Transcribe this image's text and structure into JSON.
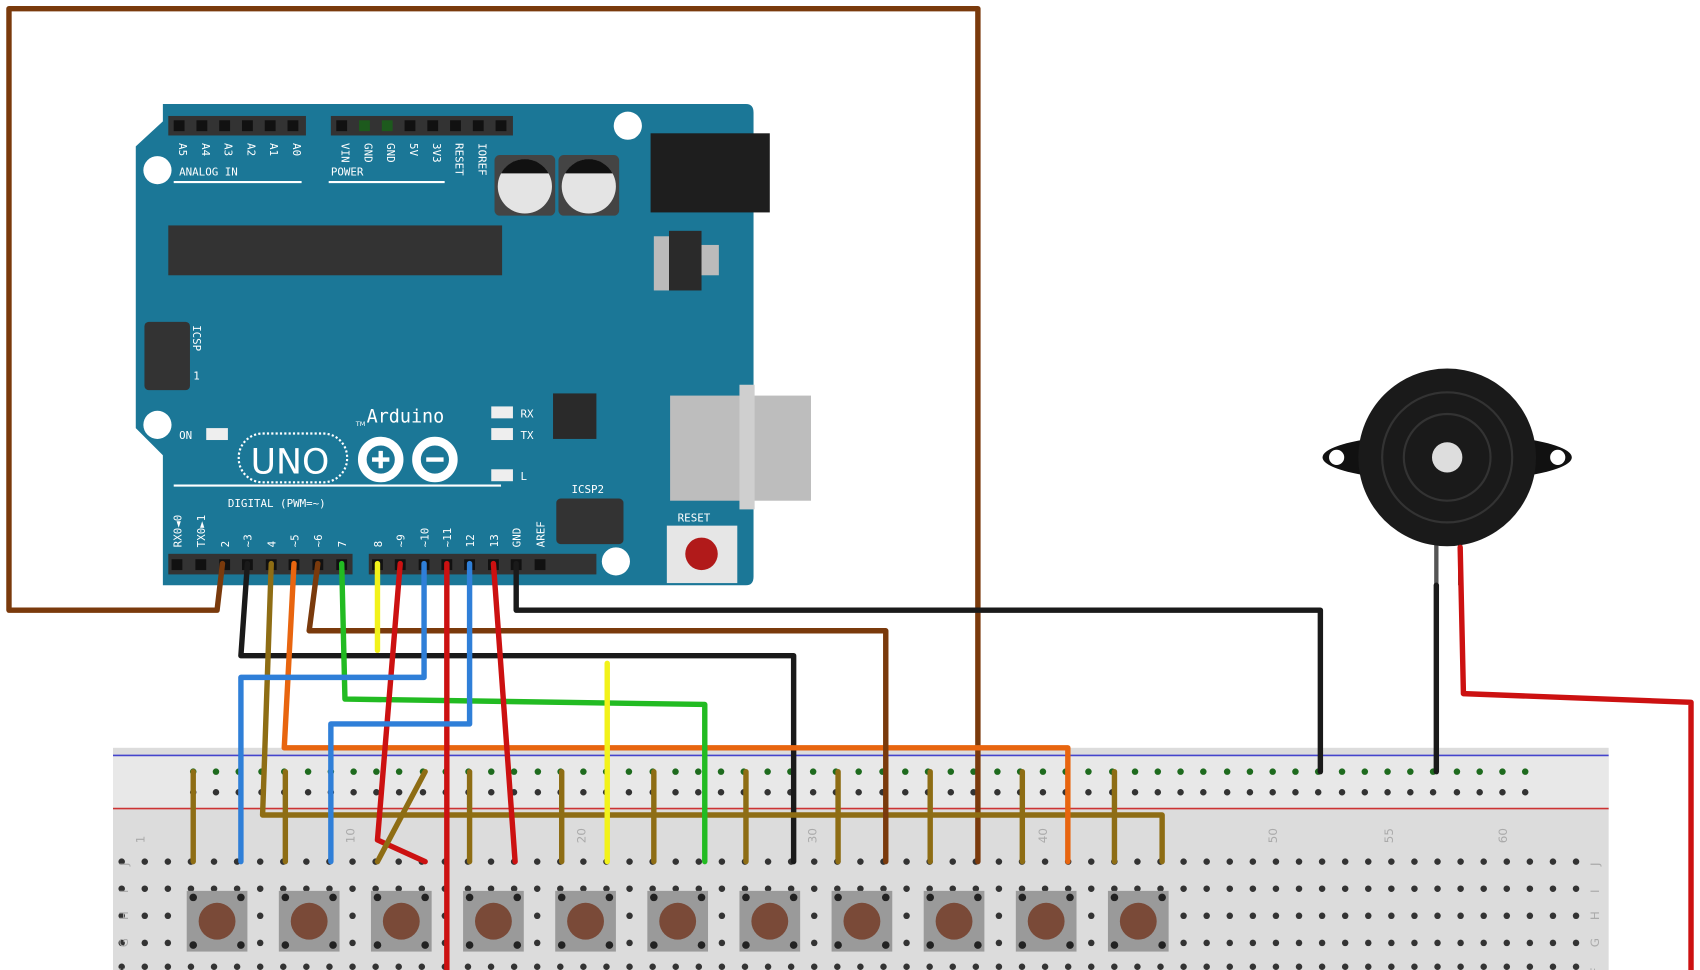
{
  "board": {
    "name_text": "Arduino",
    "tm": "TM",
    "model": "UNO",
    "analog_label": "ANALOG IN",
    "analog_pins": [
      "A5",
      "A4",
      "A3",
      "A2",
      "A1",
      "A0"
    ],
    "power_label": "POWER",
    "power_pins": [
      "VIN",
      "GND",
      "GND",
      "5V",
      "3V3",
      "RESET",
      "IOREF"
    ],
    "digital_label": "DIGITAL (PWM=~)",
    "digital_pins": [
      "RX0◄0",
      "TX0►1",
      "2",
      "~3",
      "4",
      "~5",
      "~6",
      "7",
      "8",
      "~9",
      "~10",
      "~11",
      "12",
      "13",
      "GND",
      "AREF"
    ],
    "icsp": "ICSP",
    "icsp_pin1": "1",
    "icsp2": "ICSP2",
    "rx": "RX",
    "tx": "TX",
    "l": "L",
    "on": "ON",
    "reset": "RESET",
    "color": "#1b7797"
  },
  "breadboard": {
    "column_numbers": [
      "1",
      "10",
      "20",
      "30",
      "40",
      "50",
      "55",
      "60"
    ],
    "row_letters": [
      "J",
      "I",
      "H",
      "G",
      "F"
    ],
    "button_count": 11
  },
  "wire_colors": {
    "brown": "#7a3a0c",
    "black": "#1a1a1a",
    "olive": "#8e6d14",
    "orange": "#e8650f",
    "green": "#22bb22",
    "yellow": "#f2f21a",
    "red": "#cc1111",
    "blue": "#2f7fd8"
  }
}
